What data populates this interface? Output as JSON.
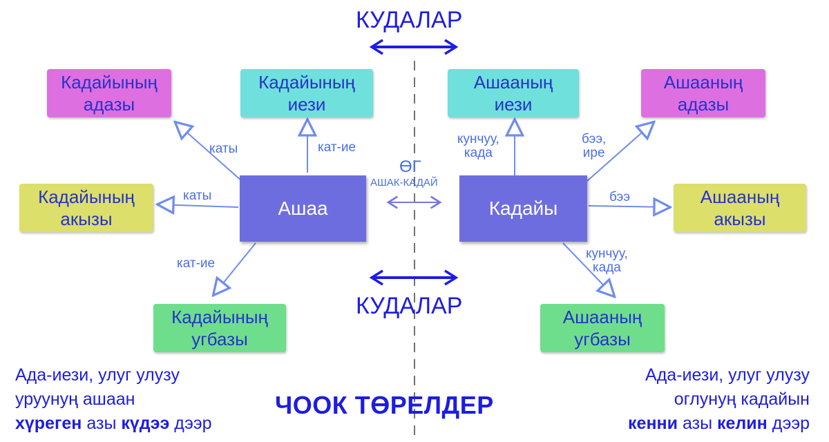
{
  "kudalar_top": "КУДАЛАР",
  "kudalar_bottom": "КУДАЛАР",
  "og": "ӨГ",
  "ashak_kaday": "АШАК-КАДАЙ",
  "center": {
    "left": "Ашаа",
    "right": "Кадайы"
  },
  "boxes": {
    "kaday_adazy": [
      "Кадайының",
      "адазы"
    ],
    "kaday_iezi": [
      "Кадайының",
      "иези"
    ],
    "ashaa_iezi": [
      "Ашааның",
      "иези"
    ],
    "ashaa_adazy": [
      "Ашааның",
      "адазы"
    ],
    "kaday_akyzy": [
      "Кадайының",
      "акызы"
    ],
    "ashaa_akyzy": [
      "Ашааның",
      "акызы"
    ],
    "kaday_ugbazy": [
      "Кадайының",
      "угбазы"
    ],
    "ashaa_ugbazy": [
      "Ашааның",
      "угбазы"
    ]
  },
  "labels": {
    "katy_upper": "каты",
    "kat_ie_upper": "кат-ие",
    "katy_left": "каты",
    "kat_ie_lower": "кат-ие",
    "kunchuu_upper": [
      "кунчуу,",
      "када"
    ],
    "bee_ire": [
      "бээ,",
      "ире"
    ],
    "bee": "бээ",
    "kunchuu_lower": [
      "кунчуу,",
      "када"
    ]
  },
  "note_left": {
    "line1": "Ада-иези, улуг улузу",
    "line2": "уруунуң ашаан",
    "line3_bold1": "хүреген",
    "line3_mid": " азы ",
    "line3_bold2": "күдээ",
    "line3_end": " дээр"
  },
  "note_right": {
    "line1": "Ада-иези, улуг улузу",
    "line2": "оглунуң кадайын",
    "line3_bold1": "кенни",
    "line3_mid": " азы ",
    "line3_bold2": "келин",
    "line3_end": " дээр"
  },
  "title": "ЧООК ТӨРЕЛДЕР",
  "colors": {
    "magenta": "#de6fe0",
    "teal": "#6fe0dc",
    "yellow": "#dcdf6a",
    "green": "#6fde8c",
    "center": "#6e6de0",
    "text": "#1d1de0"
  }
}
